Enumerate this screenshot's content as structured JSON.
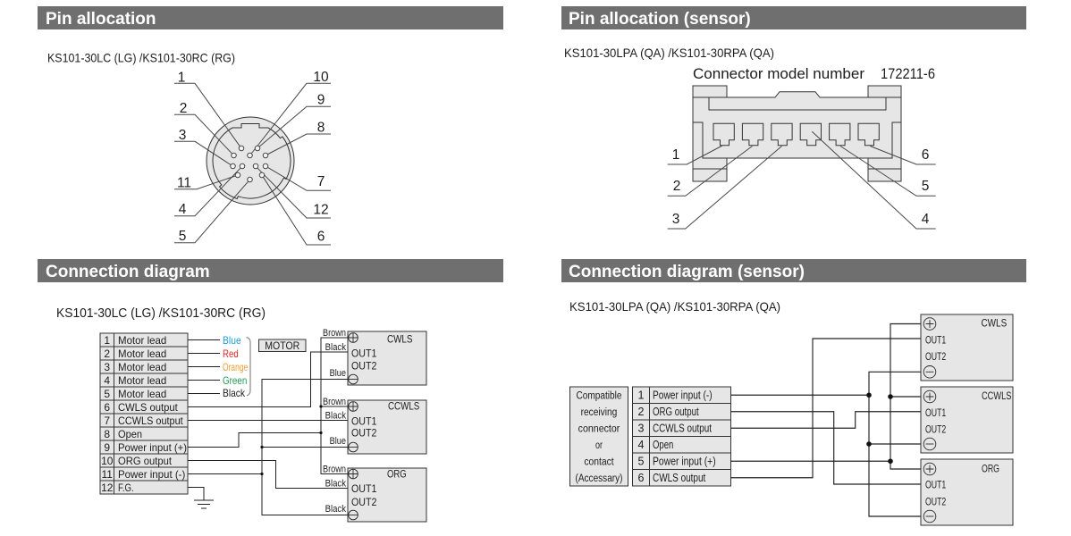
{
  "pin_allocation": {
    "title": "Pin allocation",
    "model": "KS101-30LC (LG) /KS101-30RC (RG)",
    "pin_numbers_left": [
      "1",
      "2",
      "3",
      "11",
      "4",
      "5"
    ],
    "pin_numbers_right": [
      "10",
      "9",
      "8",
      "7",
      "12",
      "6"
    ]
  },
  "pin_allocation_sensor": {
    "title": "Pin allocation (sensor)",
    "model": "KS101-30LPA (QA) /KS101-30RPA (QA)",
    "connector_model_label": "Connector model number",
    "connector_model_number": "172211-6",
    "pin_numbers_left": [
      "1",
      "2",
      "3"
    ],
    "pin_numbers_right": [
      "6",
      "5",
      "4"
    ]
  },
  "connection_diagram": {
    "title": "Connection diagram",
    "model": "KS101-30LC (LG) /KS101-30RC (RG)",
    "pins": [
      {
        "no": "1",
        "signal": "Motor lead"
      },
      {
        "no": "2",
        "signal": "Motor lead"
      },
      {
        "no": "3",
        "signal": "Motor lead"
      },
      {
        "no": "4",
        "signal": "Motor lead"
      },
      {
        "no": "5",
        "signal": "Motor lead"
      },
      {
        "no": "6",
        "signal": "CWLS output"
      },
      {
        "no": "7",
        "signal": "CCWLS output"
      },
      {
        "no": "8",
        "signal": "Open"
      },
      {
        "no": "9",
        "signal": "Power input (+)"
      },
      {
        "no": "10",
        "signal": "ORG output"
      },
      {
        "no": "11",
        "signal": "Power input (-)"
      },
      {
        "no": "12",
        "signal": "F.G."
      }
    ],
    "motor_leads": [
      {
        "label": "Blue",
        "color": "#1e9ed8"
      },
      {
        "label": "Red",
        "color": "#e3262a"
      },
      {
        "label": "Orange",
        "color": "#f29d33"
      },
      {
        "label": "Green",
        "color": "#1f9d52"
      },
      {
        "label": "Black",
        "color": "#1c1c1c"
      }
    ],
    "motor_label": "MOTOR",
    "sensors": [
      {
        "name": "CWLS",
        "out1": "OUT1",
        "out2": "OUT2",
        "wire_plus": "Brown",
        "wire_out1": "Black",
        "wire_minus": "Blue"
      },
      {
        "name": "CCWLS",
        "out1": "OUT1",
        "out2": "OUT2",
        "wire_plus": "Brown",
        "wire_out1": "Black",
        "wire_minus": "Blue"
      },
      {
        "name": "ORG",
        "out1": "OUT1",
        "out2": "OUT2",
        "wire_plus": "Brown",
        "wire_out1": "Black",
        "wire_minus": "Black"
      }
    ]
  },
  "connection_diagram_sensor": {
    "title": "Connection diagram (sensor)",
    "model": "KS101-30LPA (QA) /KS101-30RPA (QA)",
    "receiving_connector_note": [
      "Compatible",
      "receiving",
      "connector",
      "or",
      "contact",
      "(Accessary)"
    ],
    "pins": [
      {
        "no": "1",
        "signal": "Power input (-)"
      },
      {
        "no": "2",
        "signal": "ORG output"
      },
      {
        "no": "3",
        "signal": "CCWLS output"
      },
      {
        "no": "4",
        "signal": "Open"
      },
      {
        "no": "5",
        "signal": "Power input (+)"
      },
      {
        "no": "6",
        "signal": "CWLS output"
      }
    ],
    "sensors": [
      {
        "name": "CWLS",
        "out1": "OUT1",
        "out2": "OUT2"
      },
      {
        "name": "CCWLS",
        "out1": "OUT1",
        "out2": "OUT2"
      },
      {
        "name": "ORG",
        "out1": "OUT1",
        "out2": "OUT2"
      }
    ]
  },
  "icons": {
    "terminal_plus": "plus-terminal-icon",
    "terminal_minus": "minus-terminal-icon",
    "frame_ground": "ground-icon",
    "wire_junction": "junction-dot"
  },
  "colors": {
    "header_background": "#6f6f6f",
    "header_text": "#ffffff",
    "component_fill": "#e6e6e6",
    "wire": "#222222"
  }
}
